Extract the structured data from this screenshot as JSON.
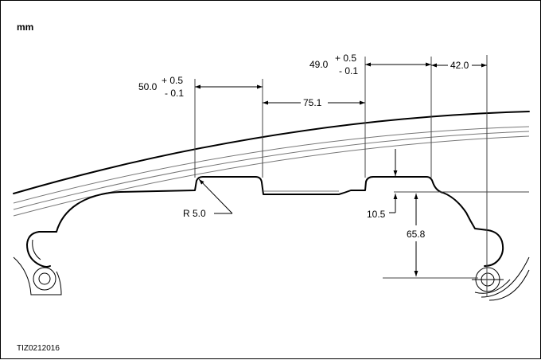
{
  "units": "mm",
  "figure_code": "TIZ0212016",
  "dimensions": {
    "bead_seat_left": {
      "nominal": "50.0",
      "tol_plus": "+ 0.5",
      "tol_minus": "- 0.1"
    },
    "bead_seat_right": {
      "nominal": "49.0",
      "tol_plus": "+ 0.5",
      "tol_minus": "- 0.1"
    },
    "well_width": "75.1",
    "flange_width": "42.0",
    "radius": "R 5.0",
    "hump_depth": "10.5",
    "height": "65.8"
  }
}
